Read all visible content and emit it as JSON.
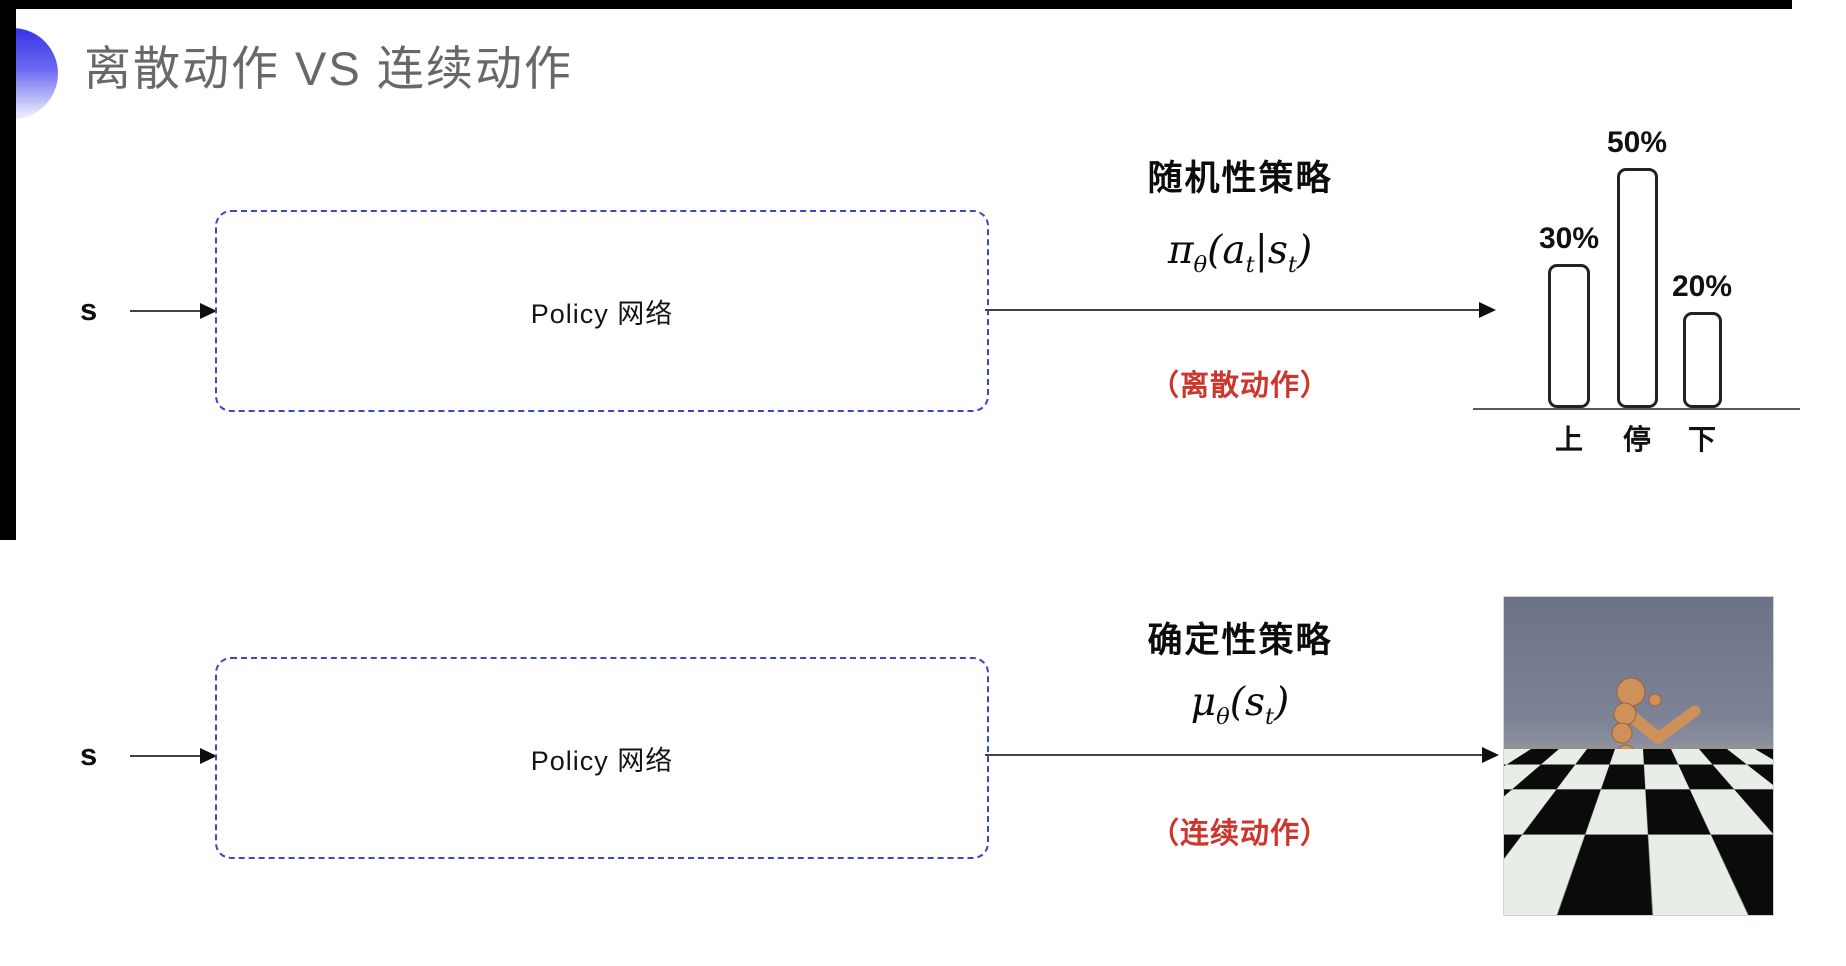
{
  "slide": {
    "title": "离散动作 VS 连续动作"
  },
  "rows": [
    {
      "input_label": "s",
      "box_label": "Policy 网络",
      "policy_type": "随机性策略",
      "action_note": "（离散动作）",
      "formula": {
        "base": "π",
        "base_sub": "θ",
        "lparen": "(",
        "arg1": "a",
        "arg1_sub": "t",
        "bar": "|",
        "arg2": "s",
        "arg2_sub": "t",
        "rparen": ")"
      }
    },
    {
      "input_label": "s",
      "box_label": "Policy 网络",
      "policy_type": "确定性策略",
      "action_note": "（连续动作）",
      "formula": {
        "base": "μ",
        "base_sub": "θ",
        "lparen": "(",
        "arg1": "s",
        "arg1_sub": "t",
        "rparen": ")"
      }
    }
  ],
  "chart_data": {
    "type": "bar",
    "title": "",
    "xlabel": "",
    "ylabel": "",
    "categories": [
      "上",
      "停",
      "下"
    ],
    "values": [
      30,
      50,
      20
    ],
    "value_labels": [
      "30%",
      "50%",
      "20%"
    ],
    "unit": "%",
    "ylim": [
      0,
      60
    ],
    "grid": false,
    "legend": false
  },
  "sim_panel": {
    "alt": "MuJoCo humanoid on checkerboard floor"
  },
  "colors": {
    "box_border": "#3e46c8",
    "note_red": "#cc362c",
    "title_gray": "#686868",
    "arrow": "#434343"
  }
}
